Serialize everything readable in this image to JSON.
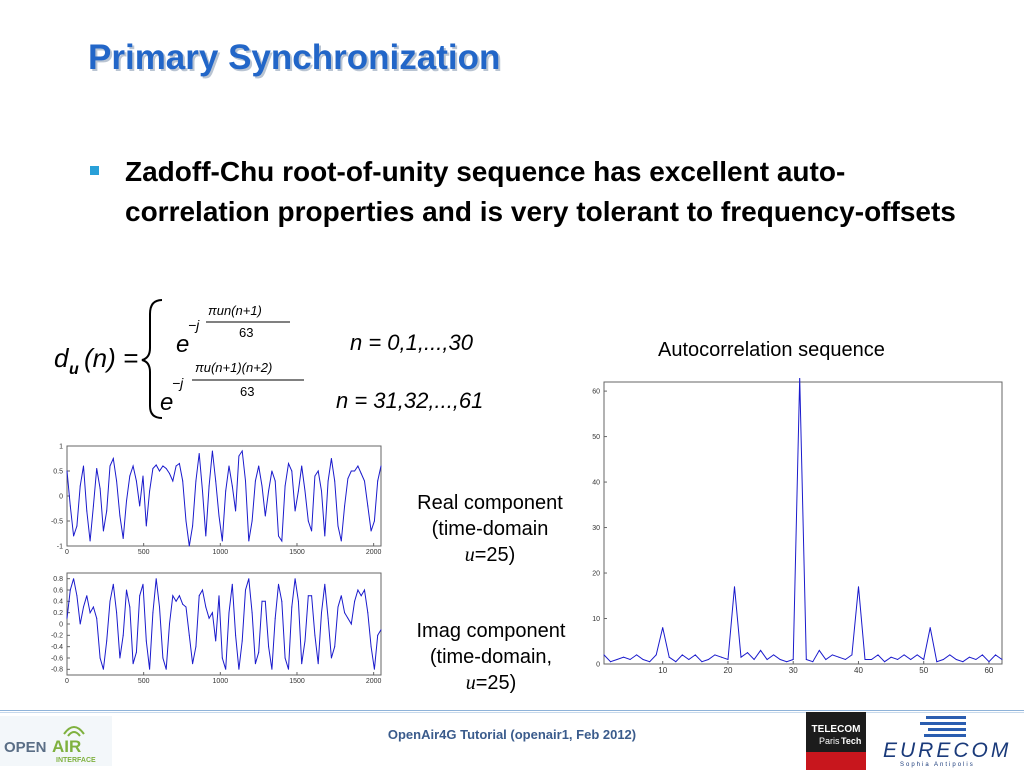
{
  "slide": {
    "title": "Primary Synchronization",
    "bullet": "Zadoff-Chu root-of-unity sequence has excellent auto-correlation properties and is very tolerant to frequency-offsets"
  },
  "formula": {
    "lhs": "d",
    "lhs_sub": "u",
    "lhs_arg": "(n) =",
    "case1_base": "e",
    "case1_exp_num": "πun(n+1)",
    "case1_exp_den": "63",
    "case1_sign": "−j",
    "case1_cond": "n = 0,1,...,30",
    "case2_base": "e",
    "case2_exp_num": "πu(n+1)(n+2)",
    "case2_exp_den": "63",
    "case2_sign": "−j",
    "case2_cond": "n = 31,32,...,61"
  },
  "captions": {
    "autocorr": "Autocorrelation sequence",
    "real_line1": "Real component",
    "real_line2": "(time-domain",
    "real_var": "u",
    "real_eq": "=25)",
    "imag_line1": "Imag component",
    "imag_line2": "(time-domain,",
    "imag_var": "u",
    "imag_eq": "=25)"
  },
  "footer": {
    "text": "OpenAir4G Tutorial (openair1, Feb 2012)",
    "logo_left_open": "OPEN",
    "logo_left_air": "AIR",
    "logo_left_sub": "INTERFACE",
    "logo_mid_top": "TELECOM",
    "logo_mid_paris": "Paris",
    "logo_mid_tech": "Tech",
    "logo_right": "EURECOM",
    "logo_right_sub": "Sophia Antipolis"
  },
  "colors": {
    "title": "#2266c8",
    "plot_line": "#1a1acc",
    "bullet": "#29a0d8"
  },
  "chart_data": [
    {
      "type": "line",
      "name_hint": "real",
      "x_range": [
        0,
        2048
      ],
      "ylim": [
        -1,
        1
      ],
      "xticks": [
        0,
        500,
        1000,
        1500,
        2000
      ],
      "yticks": [
        -1,
        -0.5,
        0,
        0.5,
        1
      ],
      "y": [
        0.5,
        -0.2,
        -0.8,
        -0.6,
        0.2,
        0.6,
        -0.3,
        -0.9,
        -0.2,
        0.55,
        0.15,
        -0.7,
        -0.3,
        0.6,
        0.75,
        0.3,
        -0.4,
        -0.85,
        -0.1,
        0.4,
        0.6,
        0.3,
        -0.2,
        0.4,
        -0.6,
        0.1,
        0.55,
        0.62,
        0.5,
        0.6,
        0.55,
        0.45,
        0.3,
        0.6,
        0.65,
        0.3,
        -0.5,
        -1.0,
        -0.6,
        0.3,
        0.85,
        0.1,
        -0.8,
        0.2,
        0.9,
        0.3,
        -0.4,
        -0.9,
        0.1,
        0.6,
        0.2,
        -0.3,
        0.8,
        0.9,
        0.3,
        -0.9,
        -0.5,
        0.3,
        0.6,
        0.2,
        -0.4,
        0.1,
        0.5,
        0.3,
        -0.8,
        -0.9,
        0.2,
        0.65,
        0.5,
        -0.3,
        0.1,
        0.6,
        0.1,
        -0.5,
        -0.7,
        0.4,
        0.5,
        0.1,
        -0.8,
        0.3,
        0.75,
        0.3,
        -0.6,
        -0.9,
        -0.2,
        0.35,
        0.5,
        0.5,
        0.6,
        0.45,
        0.3,
        -0.2,
        -0.7,
        -0.5,
        0.3,
        0.6
      ]
    },
    {
      "type": "line",
      "name_hint": "imag",
      "x_range": [
        0,
        2048
      ],
      "ylim": [
        -0.9,
        0.9
      ],
      "xticks": [
        0,
        500,
        1000,
        1500,
        2000
      ],
      "yticks": [
        -0.8,
        -0.6,
        -0.4,
        -0.2,
        0,
        0.2,
        0.4,
        0.6,
        0.8
      ],
      "y": [
        0.1,
        0.6,
        0.8,
        0.5,
        0.0,
        0.3,
        0.5,
        0.2,
        0.3,
        0.1,
        -0.6,
        -0.8,
        -0.3,
        0.4,
        0.7,
        0.2,
        -0.6,
        -0.2,
        0.6,
        0.3,
        -0.7,
        -0.5,
        0.5,
        0.7,
        -0.3,
        -0.8,
        0.2,
        0.8,
        0.3,
        -0.6,
        -0.8,
        0.0,
        0.5,
        0.4,
        0.5,
        0.35,
        0.3,
        -0.2,
        -0.7,
        -0.4,
        0.5,
        0.6,
        0.3,
        0.1,
        0.2,
        -0.3,
        0.5,
        -0.6,
        -0.8,
        0.2,
        0.7,
        -0.2,
        -0.8,
        -0.3,
        0.6,
        0.8,
        0.2,
        -0.7,
        -0.5,
        0.4,
        0.4,
        -0.4,
        -0.8,
        0.1,
        0.7,
        0.4,
        -0.6,
        -0.8,
        0.3,
        0.8,
        0.4,
        -0.7,
        -0.3,
        0.5,
        0.5,
        -0.2,
        -0.7,
        0.2,
        0.7,
        0.1,
        -0.6,
        -0.4,
        0.3,
        0.5,
        0.2,
        0.1,
        0.0,
        0.4,
        0.6,
        0.5,
        0.6,
        0.2,
        -0.4,
        -0.8,
        -0.2,
        -0.1
      ]
    },
    {
      "type": "line",
      "name_hint": "autocorr",
      "x_range": [
        1,
        62
      ],
      "ylim": [
        0,
        62
      ],
      "xticks": [
        10,
        20,
        30,
        40,
        50,
        60
      ],
      "yticks": [
        0,
        10,
        20,
        30,
        40,
        50,
        60
      ],
      "x": [
        1,
        2,
        3,
        4,
        5,
        6,
        7,
        8,
        9,
        10,
        11,
        12,
        13,
        14,
        15,
        16,
        17,
        18,
        19,
        20,
        21,
        22,
        23,
        24,
        25,
        26,
        27,
        28,
        29,
        30,
        31,
        32,
        33,
        34,
        35,
        36,
        37,
        38,
        39,
        40,
        41,
        42,
        43,
        44,
        45,
        46,
        47,
        48,
        49,
        50,
        51,
        52,
        53,
        54,
        55,
        56,
        57,
        58,
        59,
        60,
        61,
        62
      ],
      "y": [
        2,
        0.5,
        1,
        1.5,
        1,
        2,
        1,
        0.5,
        2,
        8,
        1.5,
        0.5,
        2,
        1,
        2,
        0.5,
        1,
        2,
        1.5,
        1,
        17,
        1.5,
        2.5,
        1,
        3,
        1,
        2,
        1,
        0.5,
        1,
        63,
        1,
        0.5,
        3,
        1,
        2,
        1.5,
        1,
        2,
        17,
        1,
        1,
        2,
        0.5,
        1.5,
        1,
        2,
        1,
        2,
        1,
        8,
        0.5,
        1,
        2,
        1,
        0.5,
        1.5,
        1,
        2,
        0.5,
        2,
        1
      ]
    }
  ]
}
